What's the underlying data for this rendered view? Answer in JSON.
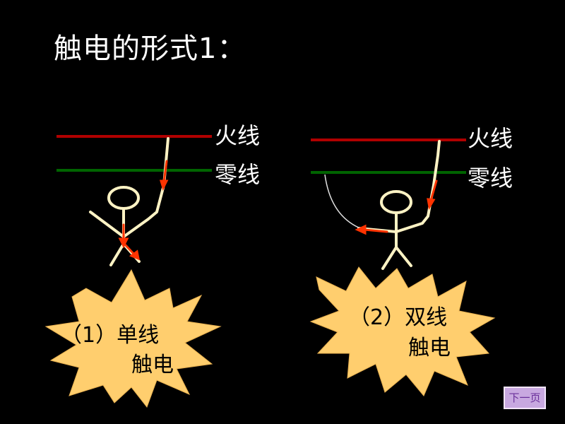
{
  "slide": {
    "title": "触电的形式1："
  },
  "colors": {
    "background": "#000000",
    "live_wire": "#b00000",
    "neutral_wire": "#006400",
    "person": "#fff3c4",
    "current_arrow": "#ff3300",
    "burst_fill": "#ffce6e",
    "burst_edge": "#e8b050"
  },
  "scenes": [
    {
      "live_label": "火线",
      "neutral_label": "零线",
      "caption_line1": "（1）单线",
      "caption_line2": "触电"
    },
    {
      "live_label": "火线",
      "neutral_label": "零线",
      "caption_line1": "（2）双线",
      "caption_line2": "触电"
    }
  ],
  "navigation": {
    "next_label": "下一页"
  }
}
